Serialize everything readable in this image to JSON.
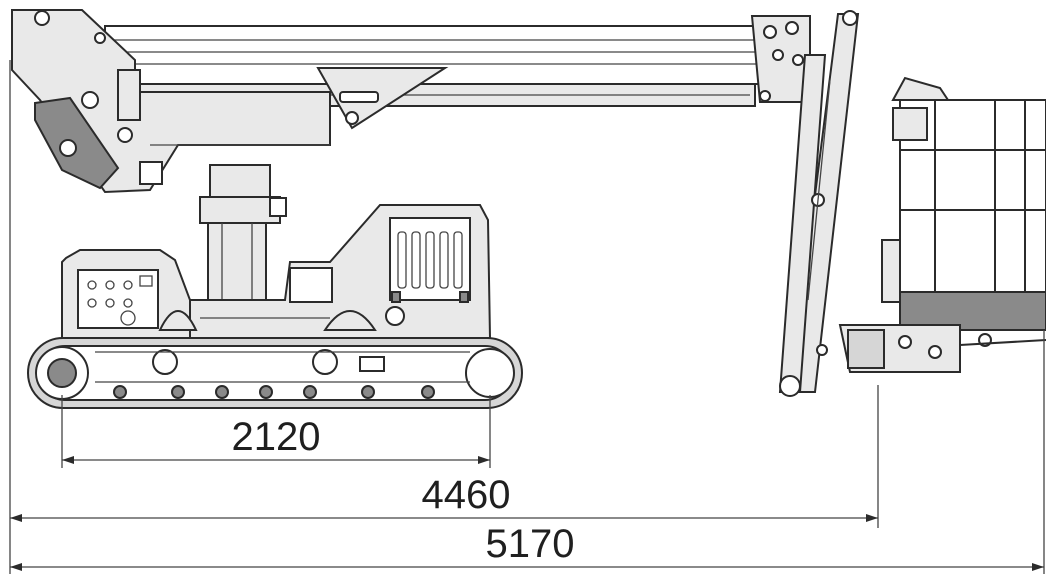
{
  "dimensions": {
    "track_length": "2120",
    "machine_length": "4460",
    "overall_length": "5170"
  },
  "colors": {
    "line": "#2b2b2b",
    "body_fill": "#e9e9e9",
    "track_fill": "#d6d6d6"
  }
}
